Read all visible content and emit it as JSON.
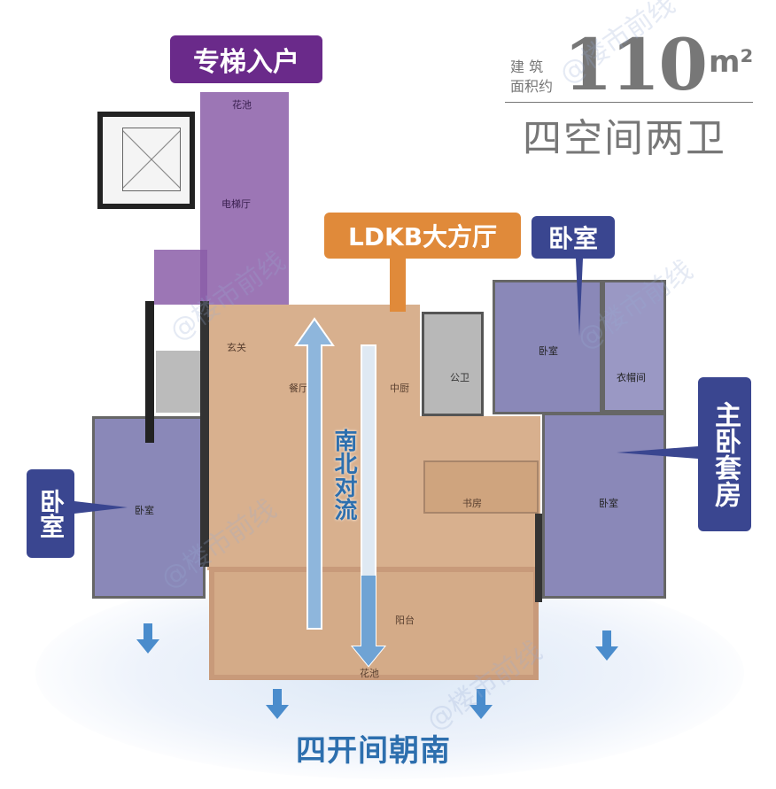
{
  "header": {
    "area_label_line1": "建 筑",
    "area_label_line2": "面积约",
    "area_value": "110",
    "area_unit": "m²",
    "layout": "四空间两卫"
  },
  "callouts": {
    "elevator_entry": "专梯入户",
    "ldkb": "LDKB大方厅",
    "bedroom_top": "卧室",
    "bedroom_left": "卧室",
    "master_suite": "主卧套房",
    "ventilation": "南北对流",
    "south_facing": "四开间朝南"
  },
  "rooms": {
    "flower_bed_top": "花池",
    "elevator_hall": "电梯厅",
    "foyer": "玄关",
    "dining": "餐厅",
    "kitchen": "中厨",
    "public_bath": "公卫",
    "study": "书房",
    "bedroom_nw": "卧室",
    "walk_in_closet": "衣帽间",
    "master_bedroom": "卧室",
    "bedroom_w": "卧室",
    "balcony": "阳台",
    "flower_bed_bottom": "花池"
  },
  "watermark": "@楼市前线",
  "colors": {
    "purple": "#6a2a8a",
    "navy": "#3a4690",
    "orange": "#e08a3a",
    "living": "#d8b08e",
    "bedroom": "#8a88b8",
    "arrow": "#5b9bd0"
  }
}
